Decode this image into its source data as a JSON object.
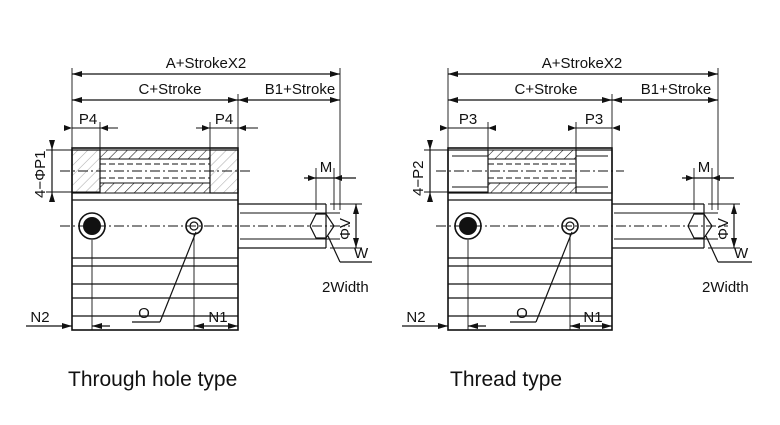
{
  "colors": {
    "ink": "#111111",
    "background": "#ffffff",
    "hatch": "#111111"
  },
  "left_view": {
    "dim_total": "A+StrokeX2",
    "dim_body": "C+Stroke",
    "dim_rod": "B1+Stroke",
    "port_left": "P4",
    "port_right": "P4",
    "mount_holes": "4−ΦP1",
    "rod_flat": "M",
    "rod_dia": "ΦV",
    "wrench_flat": "W",
    "wrench_width": "2Width",
    "offset_left": "N2",
    "port_label": "O",
    "offset_right": "N1",
    "caption": "Through hole type"
  },
  "right_view": {
    "dim_total": "A+StrokeX2",
    "dim_body": "C+Stroke",
    "dim_rod": "B1+Stroke",
    "port_left": "P3",
    "port_right": "P3",
    "mount_holes": "4−P2",
    "rod_flat": "M",
    "rod_dia": "ΦV",
    "wrench_flat": "W",
    "wrench_width": "2Width",
    "offset_left": "N2",
    "port_label": "O",
    "offset_right": "N1",
    "caption": "Thread type"
  }
}
